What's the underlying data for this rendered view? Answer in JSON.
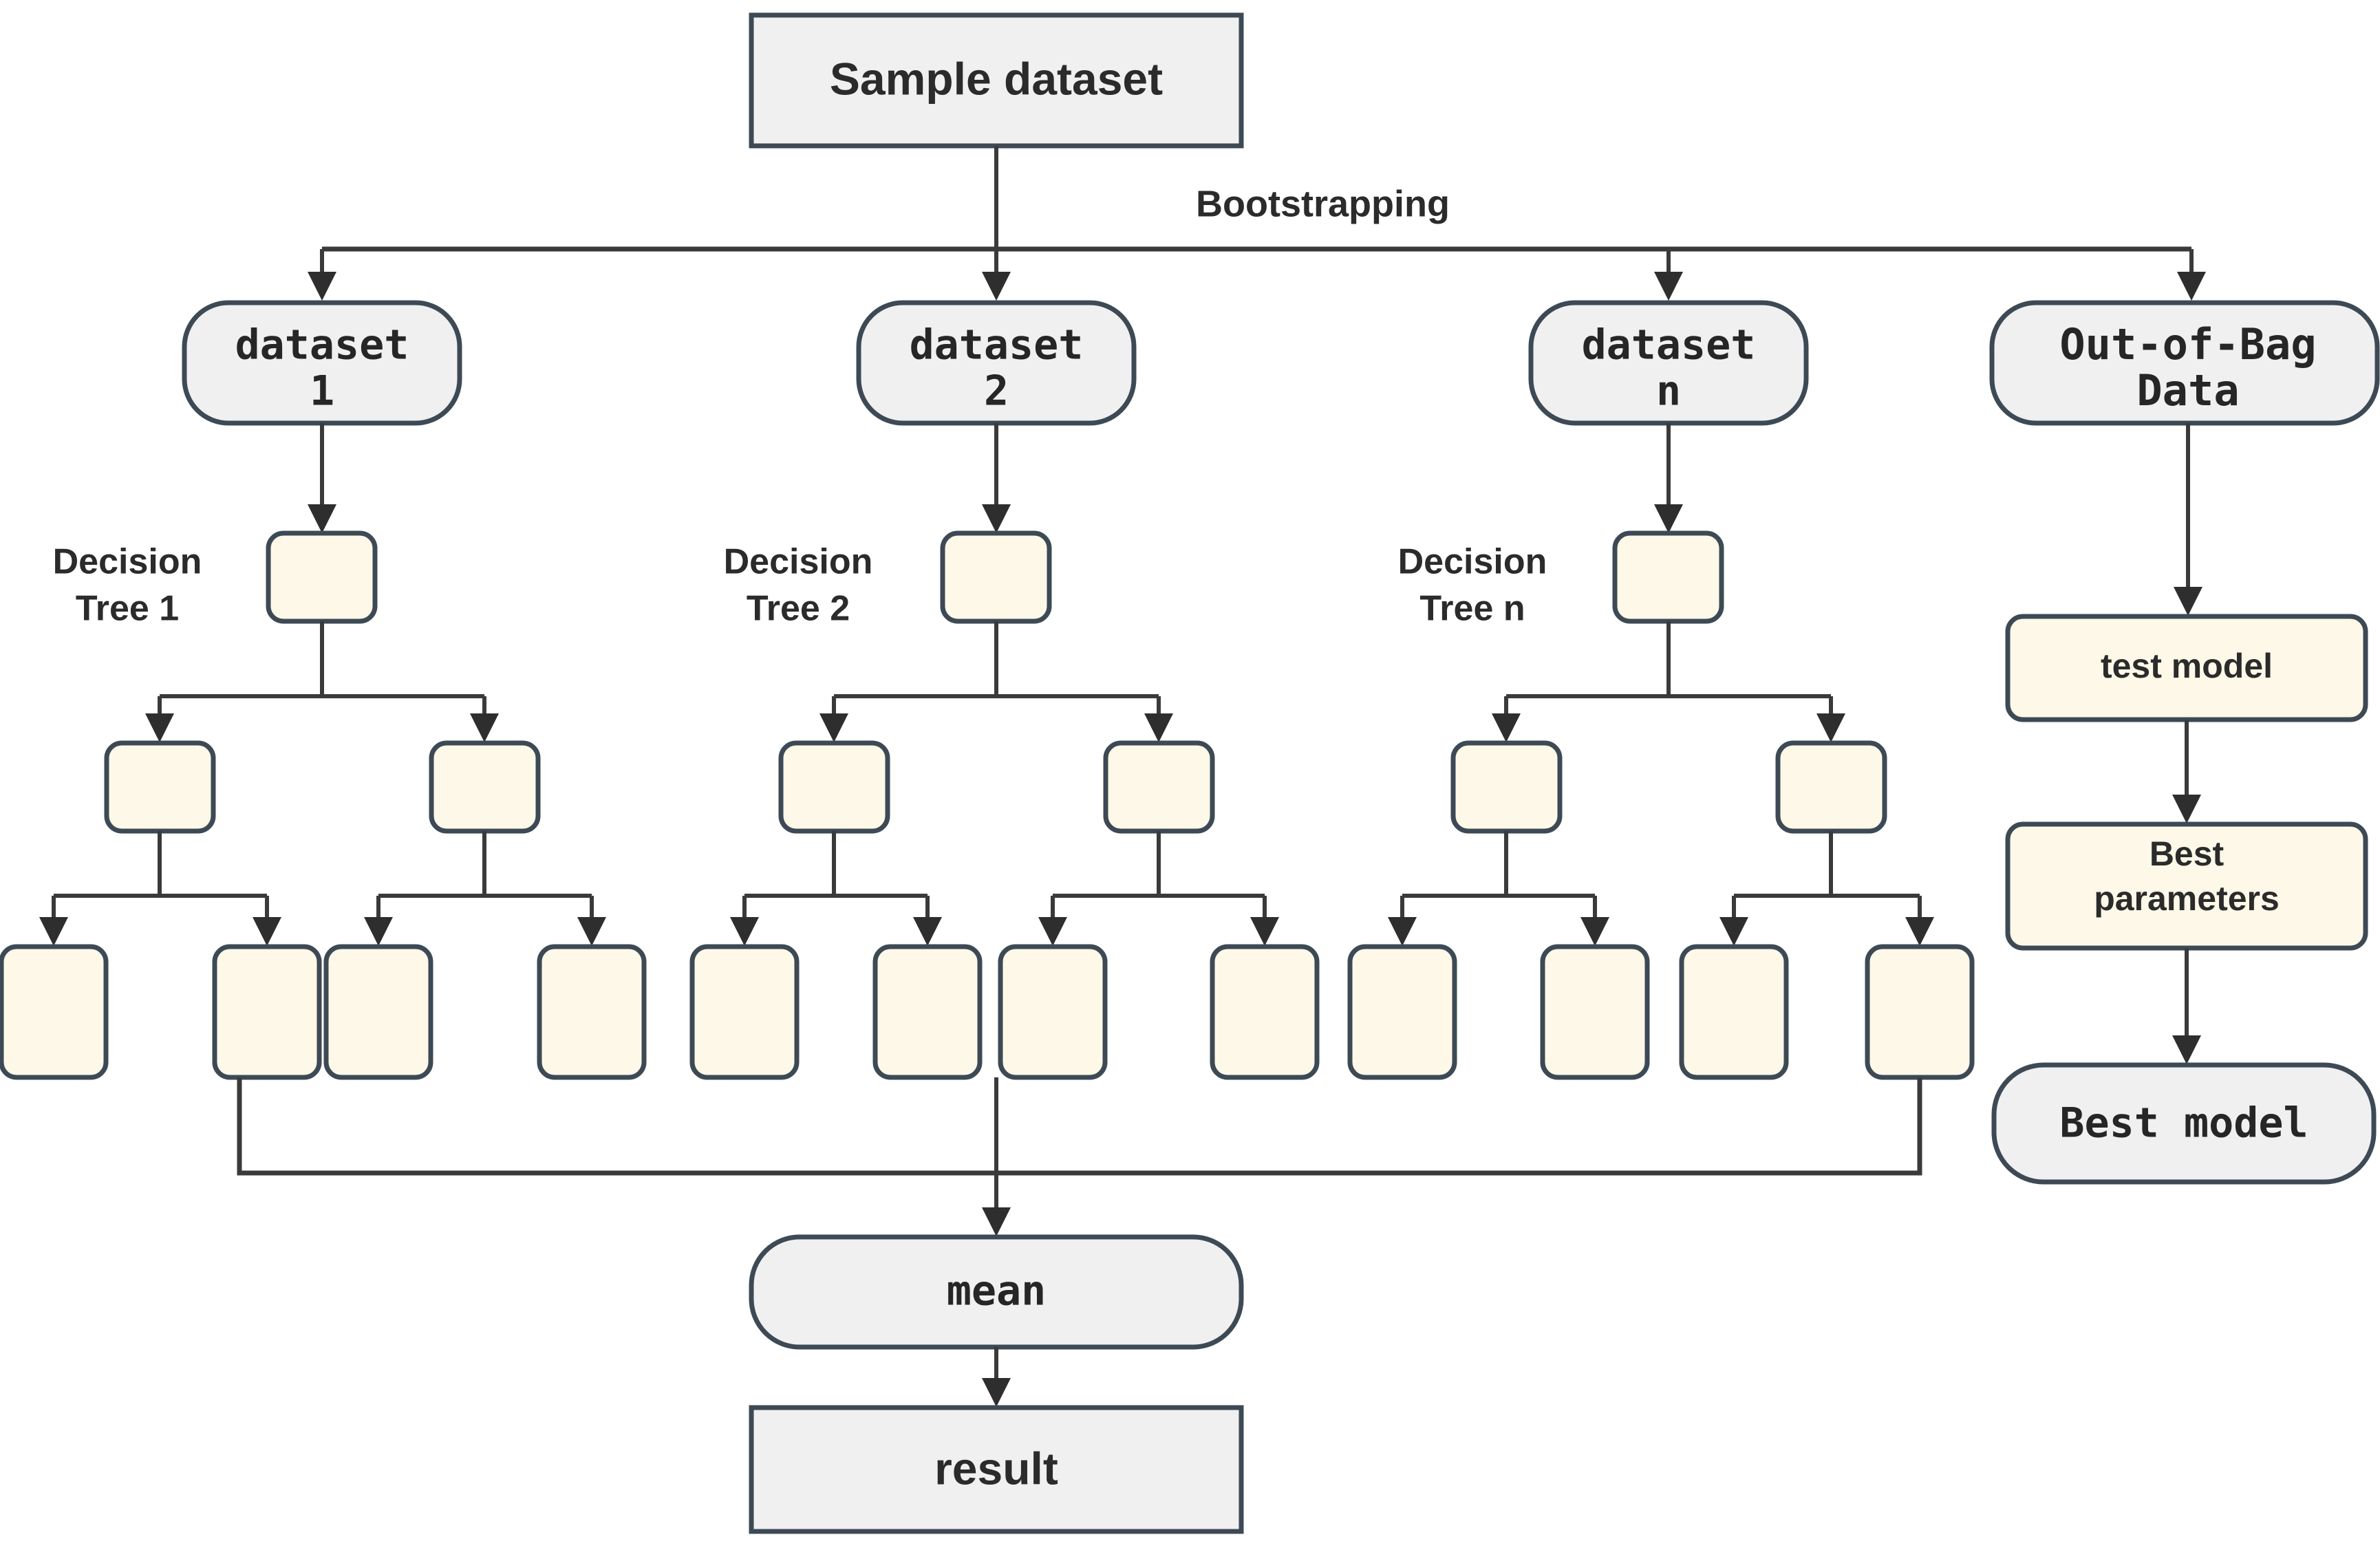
{
  "diagram": {
    "title_node": {
      "label": "Sample dataset"
    },
    "edge_labels": {
      "bootstrapping": "Bootstrapping"
    },
    "datasets": [
      {
        "label_line1": "dataset",
        "label_line2": "1"
      },
      {
        "label_line1": "dataset",
        "label_line2": "2"
      },
      {
        "label_line1": "dataset",
        "label_line2": "n"
      },
      {
        "label_line1": "Out-of-Bag",
        "label_line2": "Data"
      }
    ],
    "tree_labels": [
      {
        "line1": "Decision",
        "line2": "Tree 1"
      },
      {
        "line1": "Decision",
        "line2": "Tree 2"
      },
      {
        "line1": "Decision",
        "line2": "Tree n"
      }
    ],
    "oob_pipeline": [
      {
        "label": "test model"
      },
      {
        "label_line1": "Best",
        "label_line2": "parameters"
      },
      {
        "label": "Best model"
      }
    ],
    "aggregation": [
      {
        "label": "mean"
      },
      {
        "label": "result"
      }
    ],
    "colors": {
      "node_gray_fill": "#f0f0f0",
      "node_cream_fill": "#fdf8e8",
      "node_border": "#3d4a55",
      "edge": "#3a3a3a",
      "text": "#2b2b2b",
      "background": "#ffffff"
    },
    "counts": {
      "trees": 3,
      "leaf_nodes_total": 12,
      "tree_depth": 3
    }
  }
}
